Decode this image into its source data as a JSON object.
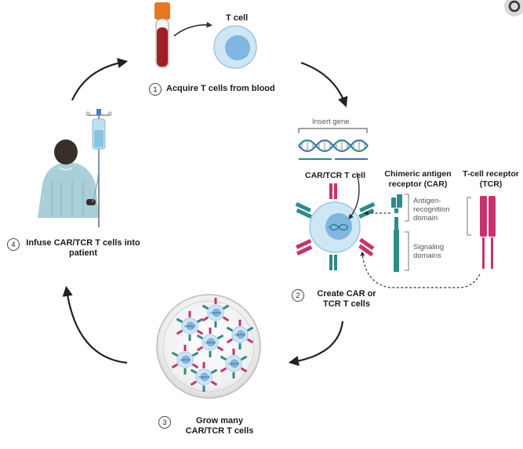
{
  "labels": {
    "t_cell": "T cell",
    "insert_gene": "Insert gene",
    "car_tcr_t_cell": "CAR/TCR T cell",
    "car_title": "Chimeric antigen receptor (CAR)",
    "tcr_title": "T-cell receptor (TCR)",
    "antigen_domain": "Antigen-recognition domain",
    "signaling_domains": "Signaling domains",
    "dish_cell_text": "CAR/TCR"
  },
  "steps": [
    {
      "num": "1",
      "text": "Acquire T cells from blood"
    },
    {
      "num": "2",
      "text": "Create CAR or TCR T cells"
    },
    {
      "num": "3",
      "text": "Grow many CAR/TCR T cells"
    },
    {
      "num": "4",
      "text": "Infuse CAR/TCR T cells into patient"
    }
  ],
  "colors": {
    "cell_outer": "#cfe6f5",
    "cell_inner": "#7fb7e0",
    "car_teal": "#2e8b86",
    "tcr_magenta": "#c7336d",
    "dna_teal": "#1f8c86",
    "dna_blue": "#3f6fb5",
    "blood_red": "#a51c24",
    "tube_cap": "#e8761f",
    "gown": "#a9cfd9",
    "skin": "#3a2e2a"
  }
}
